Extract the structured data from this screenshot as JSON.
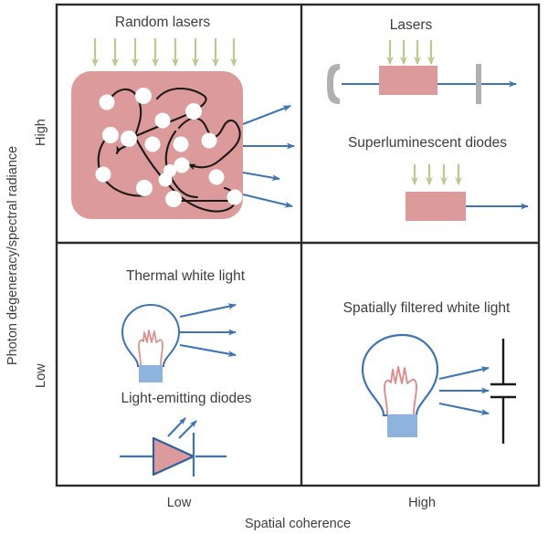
{
  "figure": {
    "kind": "four-quadrant-conceptual-diagram",
    "background": "#ffffff",
    "frame_color": "#2b2b2b"
  },
  "axes": {
    "y": {
      "title": "Photon degeneracy/spectral radiance",
      "ticks": [
        {
          "label": "High",
          "position": "upper"
        },
        {
          "label": "Low",
          "position": "lower"
        }
      ]
    },
    "x": {
      "title": "Spatial coherence",
      "ticks": [
        {
          "label": "Low",
          "position": "left"
        },
        {
          "label": "High",
          "position": "right"
        }
      ]
    }
  },
  "colors": {
    "gain_medium": "#dd9a9a",
    "pump_arrow": "#b5cc8e",
    "beam_arrow": "#3d74b8",
    "mirror": "#b0b0b0",
    "bulb_base": "#8eb4dd",
    "filament": "#e08b8b",
    "frame": "#2b2b2b",
    "scatterer": "#ffffff",
    "path": "#1a1a1a",
    "text": "#3d3d3d"
  },
  "quadrants": [
    {
      "id": "top-left",
      "position": "high-degeneracy-low-coherence",
      "items": [
        {
          "label": "Random lasers",
          "icon": "random-scattering-medium-icon",
          "pump_arrow_count": 8,
          "scatterer_count": 17,
          "output_arrow_count": 4
        }
      ]
    },
    {
      "id": "top-right",
      "position": "high-degeneracy-high-coherence",
      "items": [
        {
          "label": "Lasers",
          "icon": "laser-cavity-icon",
          "pump_arrow_count": 4,
          "output_arrow_count": 1
        },
        {
          "label": "Superluminescent diodes",
          "icon": "superluminescent-diode-icon",
          "pump_arrow_count": 4,
          "output_arrow_count": 1
        }
      ]
    },
    {
      "id": "bottom-left",
      "position": "low-degeneracy-low-coherence",
      "items": [
        {
          "label": "Thermal white light",
          "icon": "light-bulb-icon",
          "output_arrow_count": 3
        },
        {
          "label": "Light-emitting diodes",
          "icon": "led-symbol-icon",
          "output_arrow_count": 2
        }
      ]
    },
    {
      "id": "bottom-right",
      "position": "low-degeneracy-high-coherence",
      "items": [
        {
          "label": "Spatially filtered white light",
          "icon": "light-bulb-with-aperture-icon",
          "output_arrow_count": 3
        }
      ]
    }
  ]
}
